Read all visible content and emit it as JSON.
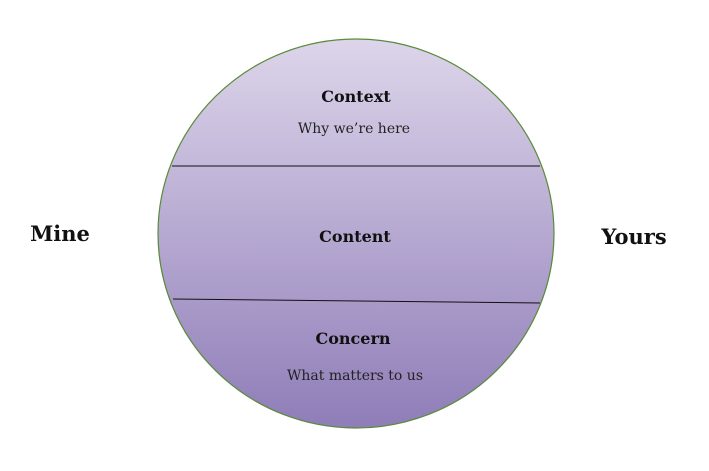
{
  "left_label": "Mine",
  "right_label": "Yours",
  "sections": [
    {
      "title": "Context",
      "subtitle": "Why we’re here"
    },
    {
      "title": "Content"
    },
    {
      "title": "Concern",
      "subtitle": "What matters to us"
    }
  ],
  "colors": {
    "fill_top": "#ddd5ea",
    "fill_bottom": "#8f7db8",
    "outline": "#5b8a3c",
    "divider": "#111111"
  }
}
